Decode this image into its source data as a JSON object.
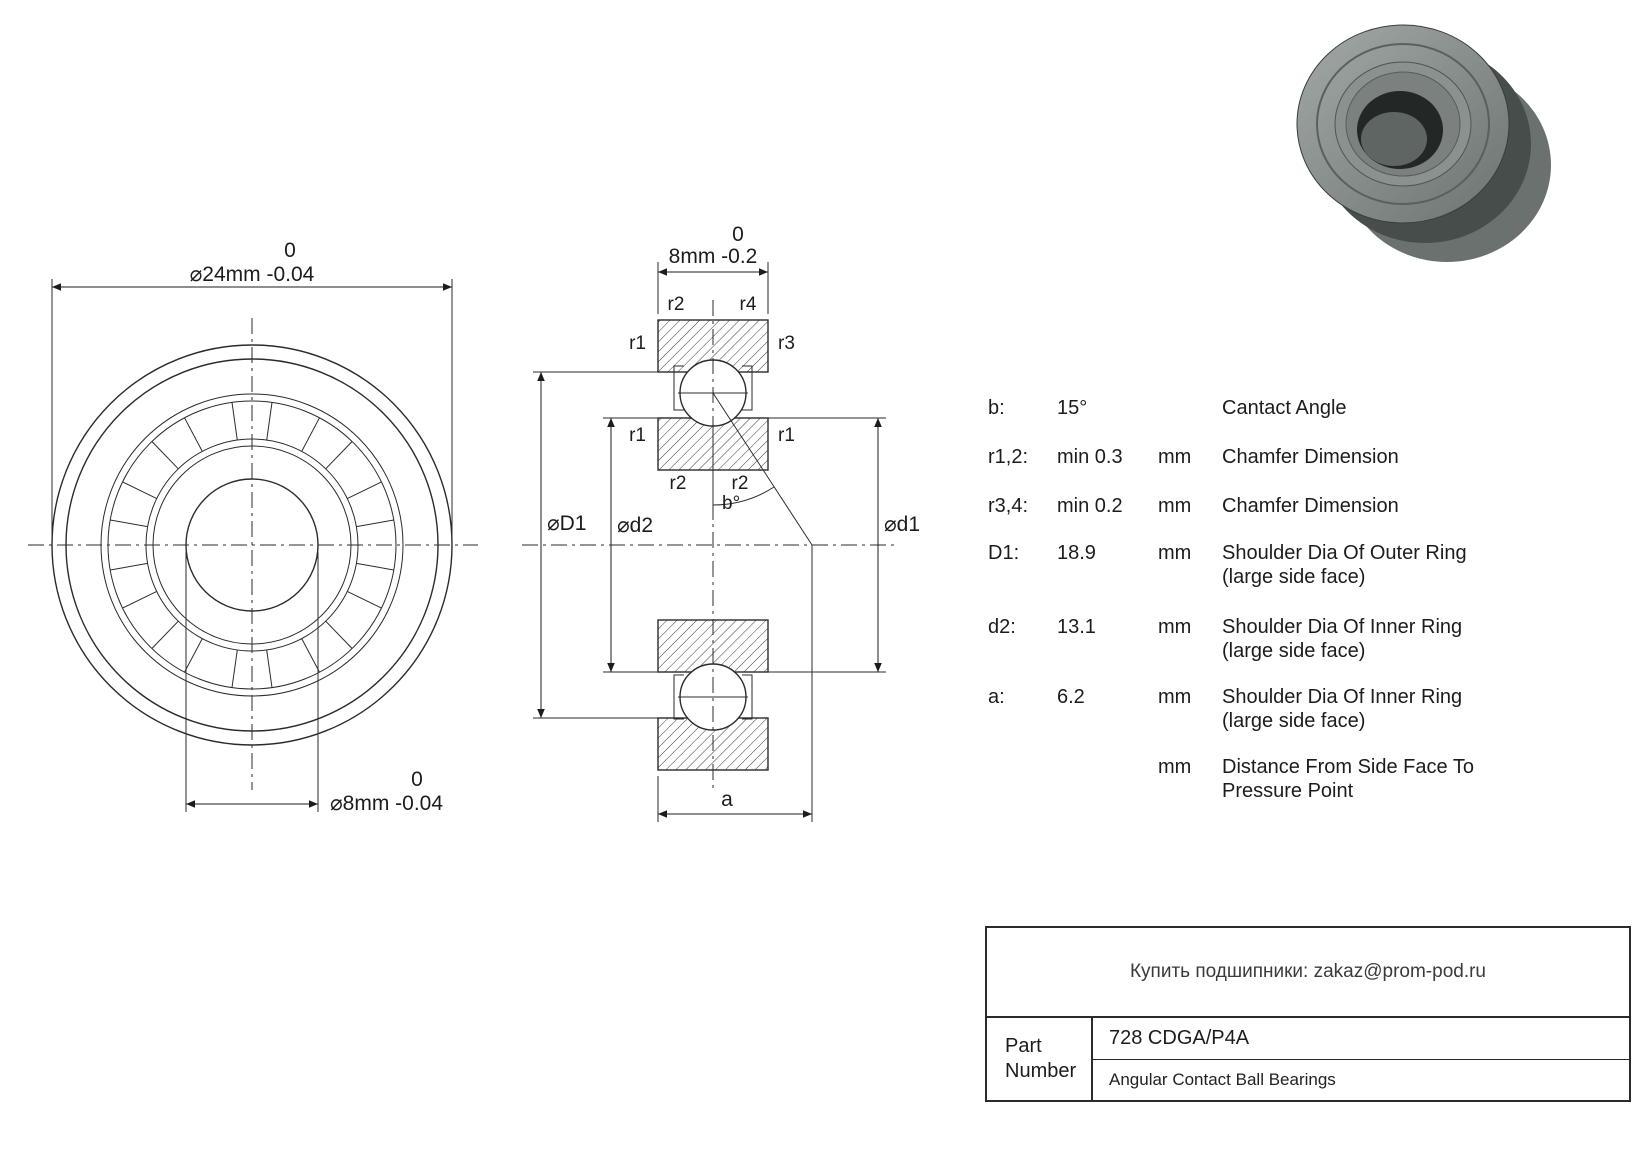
{
  "front_view": {
    "outer_dim_upper": "0",
    "outer_dim": "⌀24mm -0.04",
    "bore_dim_upper": "0",
    "bore_dim": "⌀8mm -0.04"
  },
  "section_view": {
    "width_dim_upper": "0",
    "width_dim": "8mm -0.2",
    "labels": {
      "r1": "r1",
      "r2": "r2",
      "r3": "r3",
      "r4": "r4",
      "contact_angle": "b°",
      "outer_shoulder": "⌀D1",
      "inner_shoulder": "⌀d2",
      "right_dia": "⌀d1",
      "pressure_dist": "a"
    }
  },
  "spec_table": {
    "rows": [
      {
        "param": "b:",
        "value": "15°",
        "unit": "",
        "desc1": "Cantact Angle",
        "desc2": ""
      },
      {
        "param": "r1,2:",
        "value": "min 0.3",
        "unit": "mm",
        "desc1": "Chamfer Dimension",
        "desc2": ""
      },
      {
        "param": "r3,4:",
        "value": "min 0.2",
        "unit": "mm",
        "desc1": "Chamfer Dimension",
        "desc2": ""
      },
      {
        "param": "D1:",
        "value": "18.9",
        "unit": "mm",
        "desc1": "Shoulder Dia Of Outer Ring",
        "desc2": "(large side face)"
      },
      {
        "param": "d2:",
        "value": "13.1",
        "unit": "mm",
        "desc1": "Shoulder Dia Of Inner Ring",
        "desc2": "(large side face)"
      },
      {
        "param": "a:",
        "value": "6.2",
        "unit": "mm",
        "desc1": "Shoulder Dia Of Inner Ring",
        "desc2": "(large side face)"
      },
      {
        "param": "",
        "value": "",
        "unit": "mm",
        "desc1": "Distance From Side Face To",
        "desc2": "Pressure Point"
      }
    ]
  },
  "title_block": {
    "contact_line": "Купить подшипники: zakaz@prom-pod.ru",
    "part_label_1": "Part",
    "part_label_2": "Number",
    "part_number": "728 CDGA/P4A",
    "bearing_type": "Angular Contact Ball Bearings"
  },
  "colors": {
    "background": "#ffffff",
    "line": "#2b2b2b",
    "render_face": "#8f9592",
    "render_side": "#474d4b",
    "render_bore": "#232827"
  }
}
